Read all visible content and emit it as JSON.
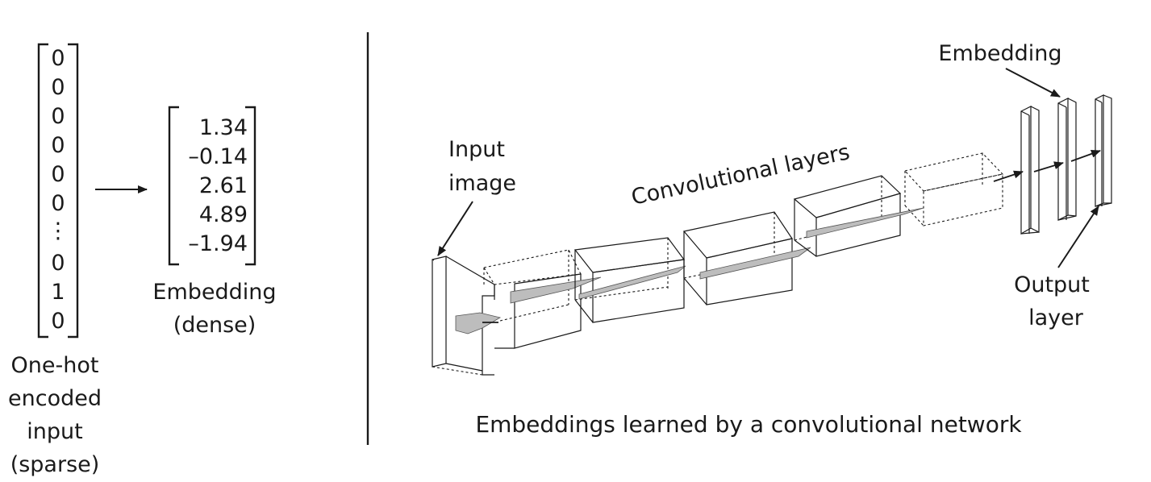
{
  "left_panel": {
    "one_hot_values": [
      "0",
      "0",
      "0",
      "0",
      "0",
      "0",
      "⋮",
      "0",
      "1",
      "0"
    ],
    "one_hot_caption": [
      "One-hot",
      "encoded",
      "input",
      "(sparse)"
    ],
    "embedding_values": [
      "1.34",
      "–0.14",
      "2.61",
      "4.89",
      "–1.94"
    ],
    "embedding_caption": [
      "Embedding",
      "(dense)"
    ]
  },
  "right_panel": {
    "input_label": [
      "Input",
      "image"
    ],
    "conv_label": "Convolutional layers",
    "embedding_label": "Embedding",
    "output_label": [
      "Output",
      "layer"
    ],
    "caption": "Embeddings learned by a convolutional network"
  }
}
